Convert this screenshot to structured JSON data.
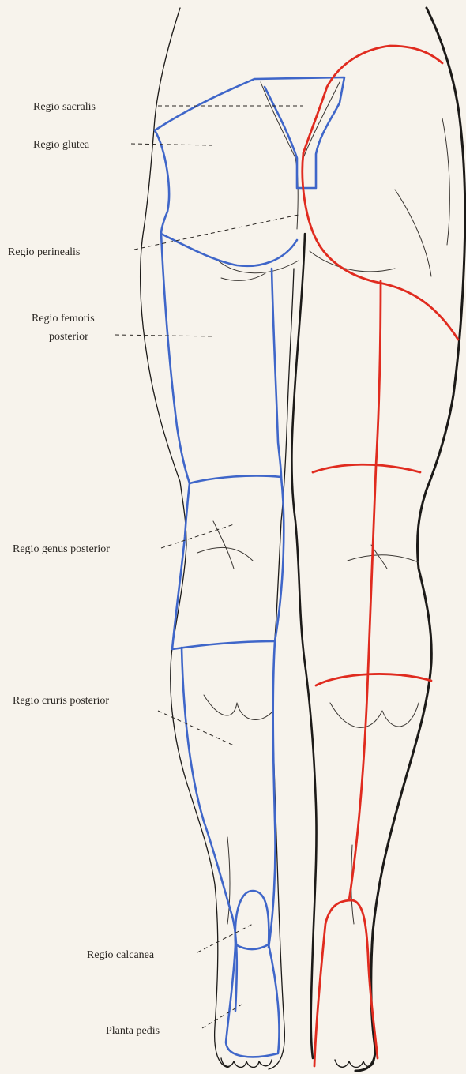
{
  "labels": {
    "sacralis": "Regio sacralis",
    "glutea": "Regio glutea",
    "perinealis": "Regio perinealis",
    "femoris_line1": "Regio femoris",
    "femoris_line2": "posterior",
    "genus": "Regio genus posterior",
    "cruris": "Regio cruris posterior",
    "calcanea": "Regio calcanea",
    "planta": "Planta pedis"
  },
  "colors": {
    "left_regions": "#3f66c9",
    "right_regions": "#e02b1f",
    "outline": "#1c1a18",
    "paper": "#f7f3ec"
  }
}
